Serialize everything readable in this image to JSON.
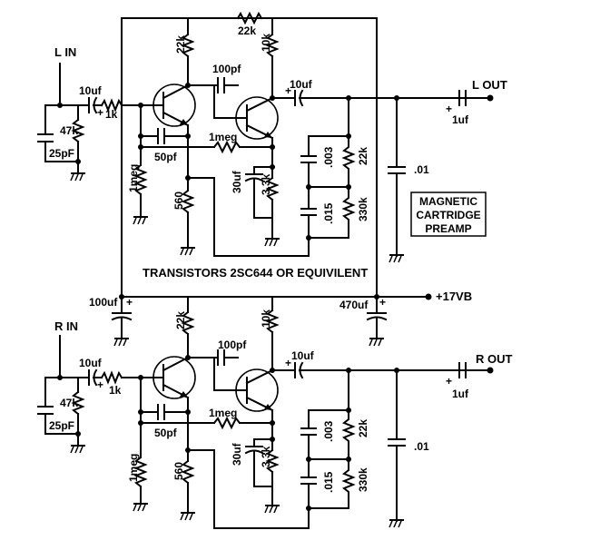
{
  "inputs": {
    "left": "L IN",
    "right": "R IN"
  },
  "outputs": {
    "left": "L OUT",
    "right": "R OUT"
  },
  "supply": "+17VB",
  "transistor_note": "TRANSISTORS 2SC644 OR EQUIVILENT",
  "title_box": {
    "line1": "MAGNETIC",
    "line2": "CARTRIDGE",
    "line3": "PREAMP"
  },
  "feedback_resistor": "22k",
  "supply_caps": {
    "left": "100uf",
    "right": "470uf"
  },
  "components": {
    "input_cap": "10uf",
    "input_res": "1k",
    "input_shunt_cap": "25pF",
    "input_shunt_res": "47k",
    "bias_res": "1meg",
    "q1_collector_res": "22k",
    "coupling_cap": "100pf",
    "q2_collector_res": "10k",
    "output_cap": "10uf",
    "emitter_cap": "50pf",
    "feedback_meg": "1meg",
    "emitter_res": "560",
    "bypass_cap": "30uf",
    "q2_emitter_res": "3.3k",
    "eq_cap1": ".003",
    "eq_res1": "22k",
    "eq_cap2": ".015",
    "eq_res2": "330k",
    "out_shunt_cap": ".01",
    "out_cap": "1uf"
  },
  "polarity_mark": "+"
}
